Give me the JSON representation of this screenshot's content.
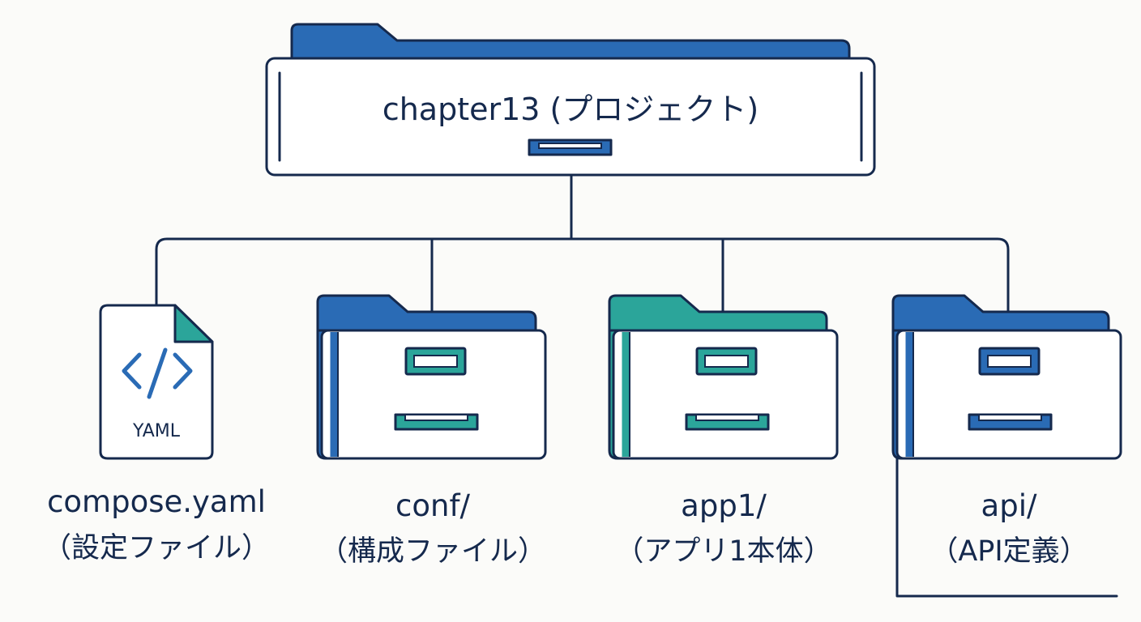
{
  "root": {
    "label": "chapter13 (プロジェクト)"
  },
  "children": [
    {
      "kind": "file",
      "icon": "yaml-file-icon",
      "badge": "YAML",
      "name": "compose.yaml",
      "description": "（設定ファイル）"
    },
    {
      "kind": "folder",
      "icon": "folder-icon",
      "name": "conf/",
      "description": "（構成ファイル）"
    },
    {
      "kind": "folder",
      "icon": "folder-icon",
      "name": "app1/",
      "description": "（アプリ1本体）"
    },
    {
      "kind": "folder",
      "icon": "folder-icon",
      "name": "api/",
      "description": "（API定義）"
    }
  ],
  "colors": {
    "outline": "#15294d",
    "blue": "#2a6bb5",
    "teal": "#2ba59a",
    "background": "#fbfbf9",
    "panel": "#ffffff"
  }
}
